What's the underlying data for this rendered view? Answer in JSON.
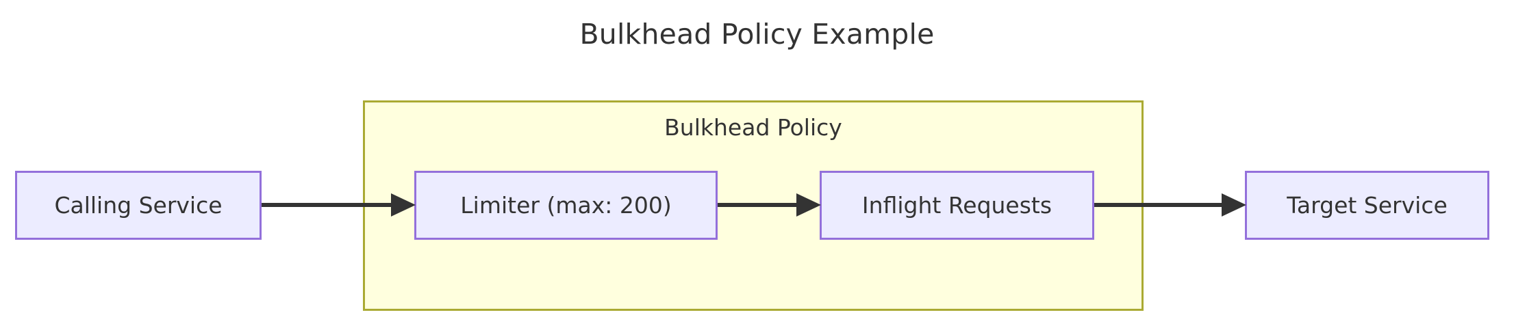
{
  "diagram": {
    "title": "Bulkhead Policy Example",
    "type": "flowchart-lr",
    "colors": {
      "background": "#ffffff",
      "node_fill": "#ececff",
      "node_stroke": "#9370db",
      "cluster_fill": "#ffffde",
      "cluster_stroke": "#aaaa33",
      "edge": "#333333",
      "text": "#333333"
    },
    "cluster": {
      "id": "bulkhead-policy",
      "label": "Bulkhead Policy"
    },
    "nodes": [
      {
        "id": "calling-service",
        "label": "Calling Service",
        "inside_cluster": false
      },
      {
        "id": "limiter",
        "label": "Limiter (max: 200)",
        "inside_cluster": true
      },
      {
        "id": "inflight-requests",
        "label": "Inflight Requests",
        "inside_cluster": true
      },
      {
        "id": "target-service",
        "label": "Target Service",
        "inside_cluster": false
      }
    ],
    "edges": [
      {
        "id": "calling-to-limiter",
        "from": "calling-service",
        "to": "limiter",
        "label": "",
        "arrow": "arrow-right-icon"
      },
      {
        "id": "limiter-to-inflight",
        "from": "limiter",
        "to": "inflight-requests",
        "label": "",
        "arrow": "arrow-right-icon"
      },
      {
        "id": "inflight-to-target",
        "from": "inflight-requests",
        "to": "target-service",
        "label": "",
        "arrow": "arrow-right-icon"
      }
    ]
  }
}
